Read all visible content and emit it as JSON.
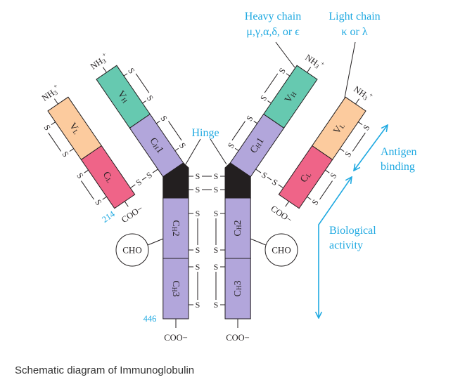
{
  "labels": {
    "heavy_chain": {
      "title": "Heavy chain",
      "types": "μ,γ,α,δ, or ϵ"
    },
    "light_chain": {
      "title": "Light chain",
      "types": "κ or λ"
    },
    "hinge": "Hinge",
    "antigen_binding": {
      "line1": "Antigen",
      "line2": "binding"
    },
    "biological_activity": {
      "line1": "Biological",
      "line2": "activity"
    },
    "light_chain_end_residue": "214",
    "heavy_chain_end_residue": "446",
    "carbohydrate": "CHO",
    "n_terminus": {
      "base": "NH",
      "sub": "3",
      "sup": "+"
    },
    "c_terminus": "COO−",
    "disulfide": "S"
  },
  "domains": {
    "vh": {
      "base": "V",
      "sub": "H",
      "suffix": ""
    },
    "vl": {
      "base": "V",
      "sub": "L",
      "suffix": ""
    },
    "cl": {
      "base": "C",
      "sub": "L",
      "suffix": ""
    },
    "ch1": {
      "base": "C",
      "sub": "H",
      "suffix": "1"
    },
    "ch2": {
      "base": "C",
      "sub": "H",
      "suffix": "2"
    },
    "ch3": {
      "base": "C",
      "sub": "H",
      "suffix": "3"
    }
  },
  "colors": {
    "variable_heavy": "#66c9b0",
    "variable_light": "#fccb9e",
    "constant_light": "#ef6488",
    "constant_heavy": "#b2a6db",
    "hinge_region": "#231f20",
    "annotation": "#1fa9e1"
  },
  "caption": "Schematic diagram of Immunoglobulin"
}
